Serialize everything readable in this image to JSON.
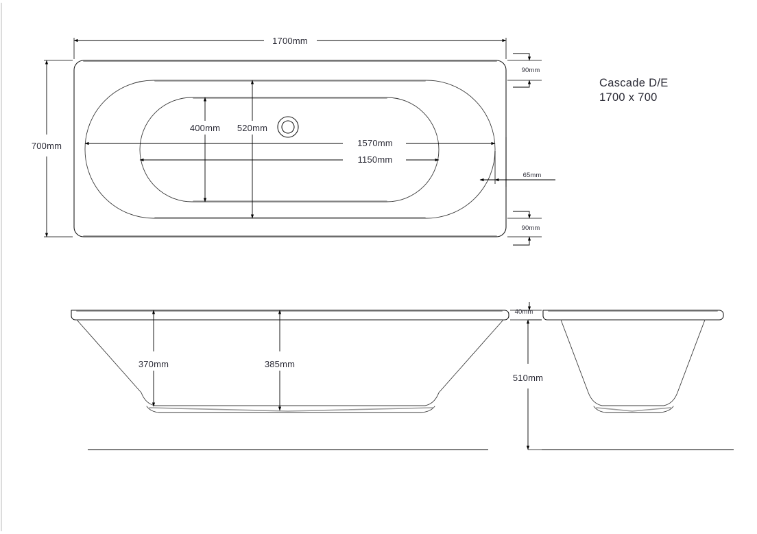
{
  "drawing": {
    "title_line1": "Cascade D/E",
    "title_line2": "1700 x 700",
    "product_name": "Cascade D/E",
    "nominal_size": "1700 x 700",
    "units": "mm",
    "line_color": "#1a1a1a",
    "text_color": "#2b2b36",
    "background_color": "#ffffff"
  },
  "views": {
    "plan": {
      "name": "plan-view",
      "dimensions": {
        "overall_length": "1700mm",
        "overall_width": "700mm",
        "inner_top_offset": "90mm",
        "inner_bottom_offset": "90mm",
        "end_wall_thickness": "65mm",
        "bowl_width": "400mm",
        "rim_width": "520mm",
        "rim_length": "1570mm",
        "bowl_length": "1150mm"
      }
    },
    "front_elevation": {
      "name": "front-elevation-view",
      "dimensions": {
        "depth_left": "370mm",
        "depth_centre": "385mm"
      }
    },
    "end_elevation": {
      "name": "end-elevation-view",
      "dimensions": {
        "rim_thickness": "40mm",
        "overall_height": "510mm"
      }
    }
  },
  "labels": {
    "length_1700": "1700mm",
    "width_700": "700mm",
    "offset_top_90": "90mm",
    "offset_bottom_90": "90mm",
    "wall_65": "65mm",
    "bowl_400": "400mm",
    "rim_520": "520mm",
    "rim_len_1570": "1570mm",
    "bowl_len_1150": "1150mm",
    "depth_370": "370mm",
    "depth_385": "385mm",
    "rim_40": "40mm",
    "height_510": "510mm"
  },
  "features": {
    "waste_outlet": "drain-outlet"
  }
}
